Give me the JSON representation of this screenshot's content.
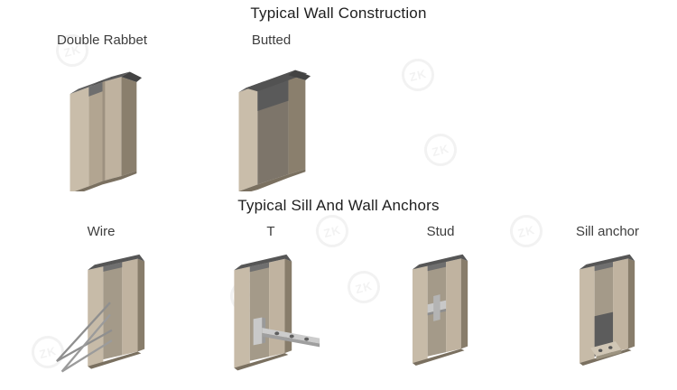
{
  "sections": [
    {
      "title": "Typical Wall Construction",
      "figures": [
        {
          "label": "Double Rabbet"
        },
        {
          "label": "Butted"
        }
      ]
    },
    {
      "title": "Typical Sill And Wall Anchors",
      "figures": [
        {
          "label": "Wire"
        },
        {
          "label": "T"
        },
        {
          "label": "Stud"
        },
        {
          "label": "Sill anchor"
        }
      ]
    }
  ],
  "watermark": {
    "text": "ZK"
  },
  "colors": {
    "background": "#ffffff",
    "frame_light": "#c8bca9",
    "frame_mid": "#b2a591",
    "frame_shadow": "#8a7f6d",
    "steel_top": "#565656",
    "anchor_metal": "#c9c9c9",
    "title_text": "#1e1e1e",
    "label_text": "#3d3d3d",
    "watermark": "#666666"
  }
}
